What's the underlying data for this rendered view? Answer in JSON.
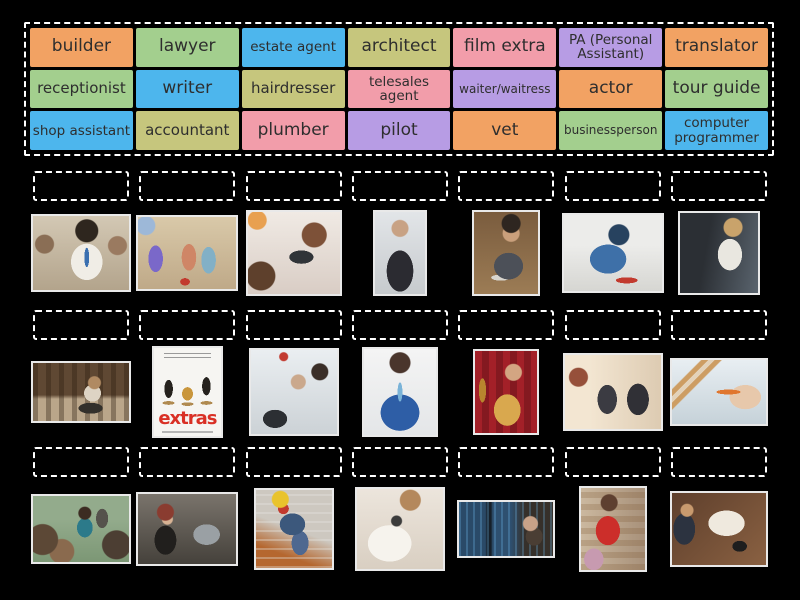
{
  "background": "#000000",
  "word_bank": {
    "tiles": [
      {
        "label": "builder",
        "color": "#f2a263"
      },
      {
        "label": "lawyer",
        "color": "#a3cf8e"
      },
      {
        "label": "estate agent",
        "color": "#4db6ed"
      },
      {
        "label": "architect",
        "color": "#c6c67d"
      },
      {
        "label": "film extra",
        "color": "#f29daa"
      },
      {
        "label": "PA (Personal Assistant)",
        "color": "#b79ce4"
      },
      {
        "label": "translator",
        "color": "#f2a263"
      },
      {
        "label": "receptionist",
        "color": "#a3cf8e"
      },
      {
        "label": "writer",
        "color": "#4db6ed"
      },
      {
        "label": "hairdresser",
        "color": "#c6c67d"
      },
      {
        "label": "telesales agent",
        "color": "#f29daa"
      },
      {
        "label": "waiter/waitress",
        "color": "#b79ce4"
      },
      {
        "label": "actor",
        "color": "#f2a263"
      },
      {
        "label": "tour guide",
        "color": "#a3cf8e"
      },
      {
        "label": "shop assistant",
        "color": "#4db6ed"
      },
      {
        "label": "accountant",
        "color": "#c6c67d"
      },
      {
        "label": "plumber",
        "color": "#f29daa"
      },
      {
        "label": "pilot",
        "color": "#b79ce4"
      },
      {
        "label": "vet",
        "color": "#f2a263"
      },
      {
        "label": "businessperson",
        "color": "#a3cf8e"
      },
      {
        "label": "computer programmer",
        "color": "#4db6ed"
      }
    ]
  },
  "poster": {
    "title": "extras"
  }
}
